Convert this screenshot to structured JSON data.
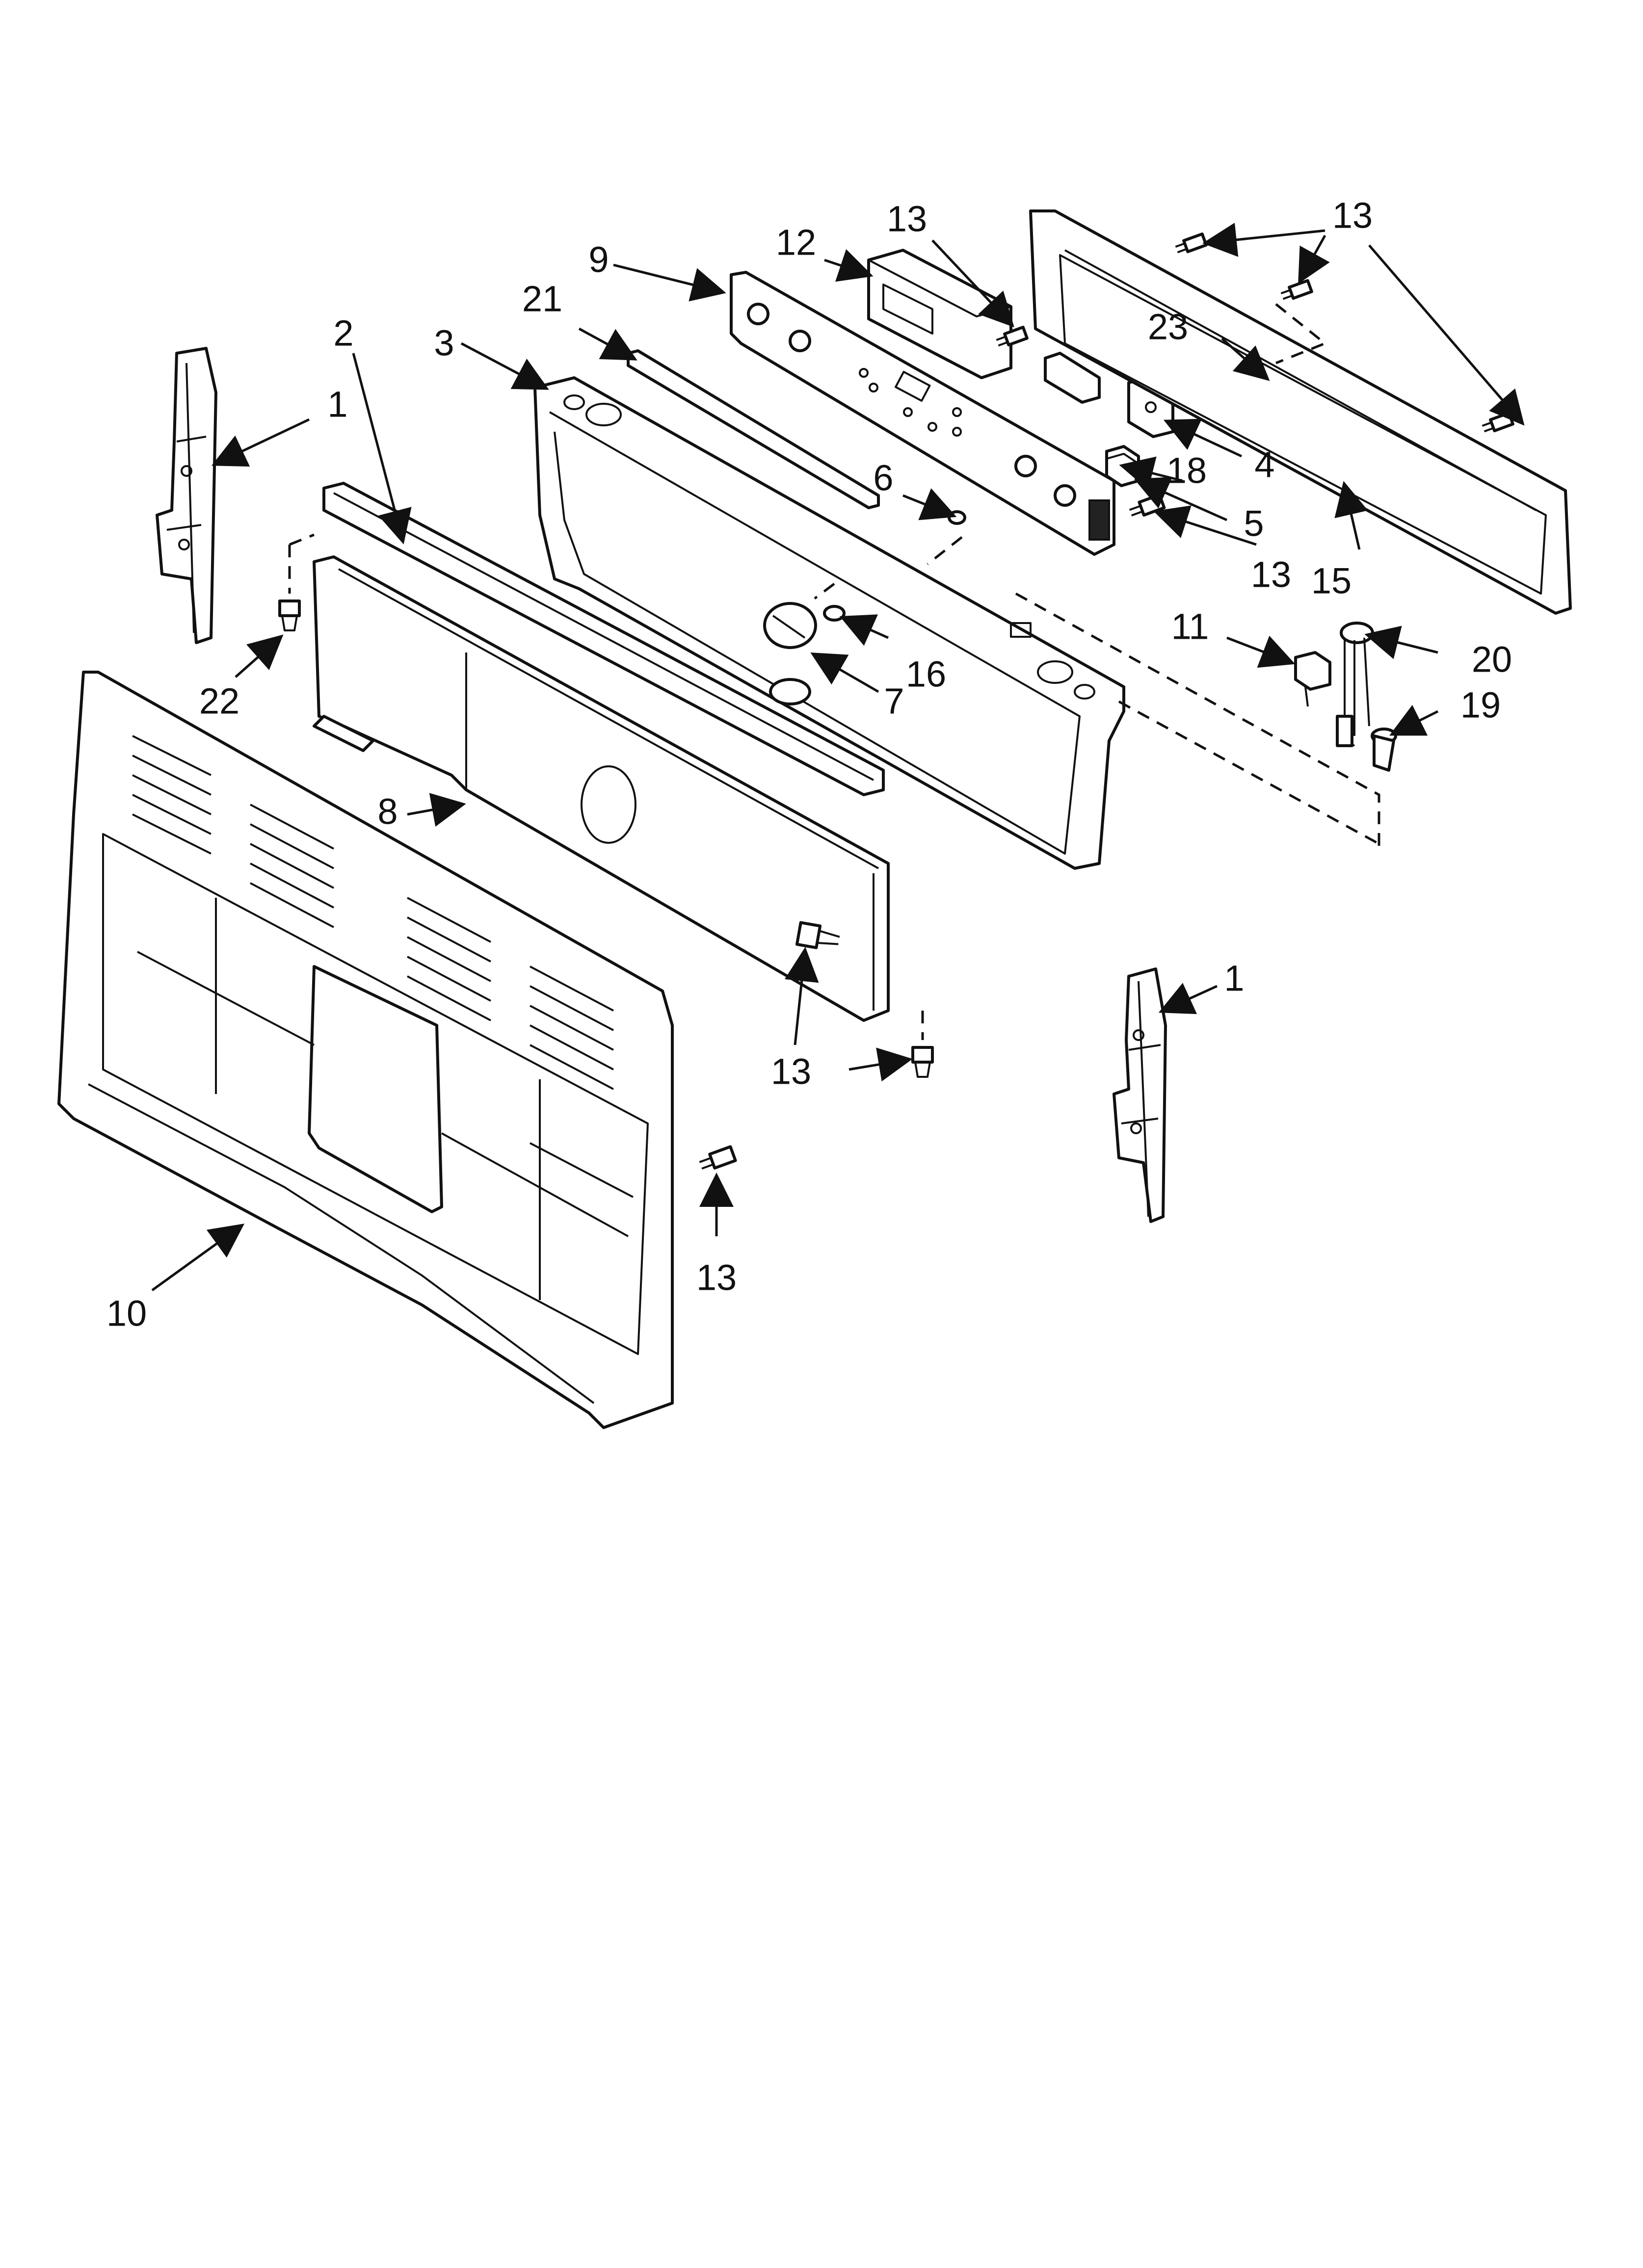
{
  "diagram": {
    "type": "exploded-parts-view",
    "callouts": [
      {
        "id": "c1a",
        "label": "1"
      },
      {
        "id": "c1b",
        "label": "1"
      },
      {
        "id": "c2",
        "label": "2"
      },
      {
        "id": "c3",
        "label": "3"
      },
      {
        "id": "c4",
        "label": "4"
      },
      {
        "id": "c5",
        "label": "5"
      },
      {
        "id": "c6",
        "label": "6"
      },
      {
        "id": "c7",
        "label": "7"
      },
      {
        "id": "c8",
        "label": "8"
      },
      {
        "id": "c9",
        "label": "9"
      },
      {
        "id": "c10",
        "label": "10"
      },
      {
        "id": "c11",
        "label": "11"
      },
      {
        "id": "c12",
        "label": "12"
      },
      {
        "id": "c13a",
        "label": "13"
      },
      {
        "id": "c13b",
        "label": "13"
      },
      {
        "id": "c13c",
        "label": "13"
      },
      {
        "id": "c13d",
        "label": "13"
      },
      {
        "id": "c13e",
        "label": "13"
      },
      {
        "id": "c15",
        "label": "15"
      },
      {
        "id": "c16",
        "label": "16"
      },
      {
        "id": "c18",
        "label": "18"
      },
      {
        "id": "c19",
        "label": "19"
      },
      {
        "id": "c20",
        "label": "20"
      },
      {
        "id": "c21",
        "label": "21"
      },
      {
        "id": "c22",
        "label": "22"
      },
      {
        "id": "c23",
        "label": "23"
      }
    ]
  },
  "colors": {
    "line": "#111111",
    "background": "#ffffff"
  }
}
